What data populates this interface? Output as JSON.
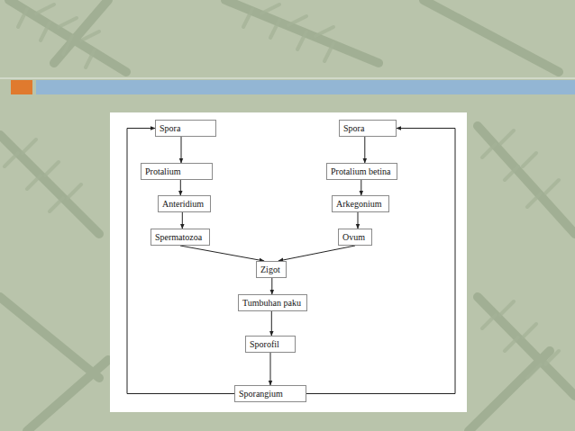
{
  "diagram": {
    "nodes": [
      {
        "text": [
          "Spora"
        ]
      },
      {
        "text": [
          "Protalium"
        ]
      },
      {
        "text": [
          "Anteridium"
        ]
      },
      {
        "text": [
          "Spermatozoa"
        ]
      },
      {
        "text": [
          "Spora"
        ]
      },
      {
        "text": [
          "Protalium betina"
        ]
      },
      {
        "text": [
          "Arkegonium"
        ]
      },
      {
        "text": [
          "Ovum"
        ]
      },
      {
        "text": [
          "Zigot"
        ]
      },
      {
        "text": [
          "Tumbuhan paku"
        ]
      },
      {
        "text": [
          "Sporofil"
        ]
      },
      {
        "text": [
          "Sporangium"
        ]
      }
    ],
    "edges": [
      {
        "from": 0,
        "to": 1,
        "arrow": "to"
      },
      {
        "from": 1,
        "to": 2,
        "arrow": "to"
      },
      {
        "from": 2,
        "to": 3,
        "arrow": "to"
      },
      {
        "from": 4,
        "to": 5,
        "arrow": "to"
      },
      {
        "from": 5,
        "to": 6,
        "arrow": "to"
      },
      {
        "from": 6,
        "to": 7,
        "arrow": "to"
      },
      {
        "from": 3,
        "to": 8,
        "arrow": "to"
      },
      {
        "from": 7,
        "to": 8,
        "arrow": "to"
      },
      {
        "from": 8,
        "to": 9,
        "arrow": "to"
      },
      {
        "from": 9,
        "to": 10,
        "arrow": "to"
      },
      {
        "from": 10,
        "to": 11,
        "arrow": "to"
      },
      {
        "from": 11,
        "to": 0,
        "arrow": "to"
      },
      {
        "from": 11,
        "to": 4,
        "arrow": "to"
      }
    ]
  }
}
